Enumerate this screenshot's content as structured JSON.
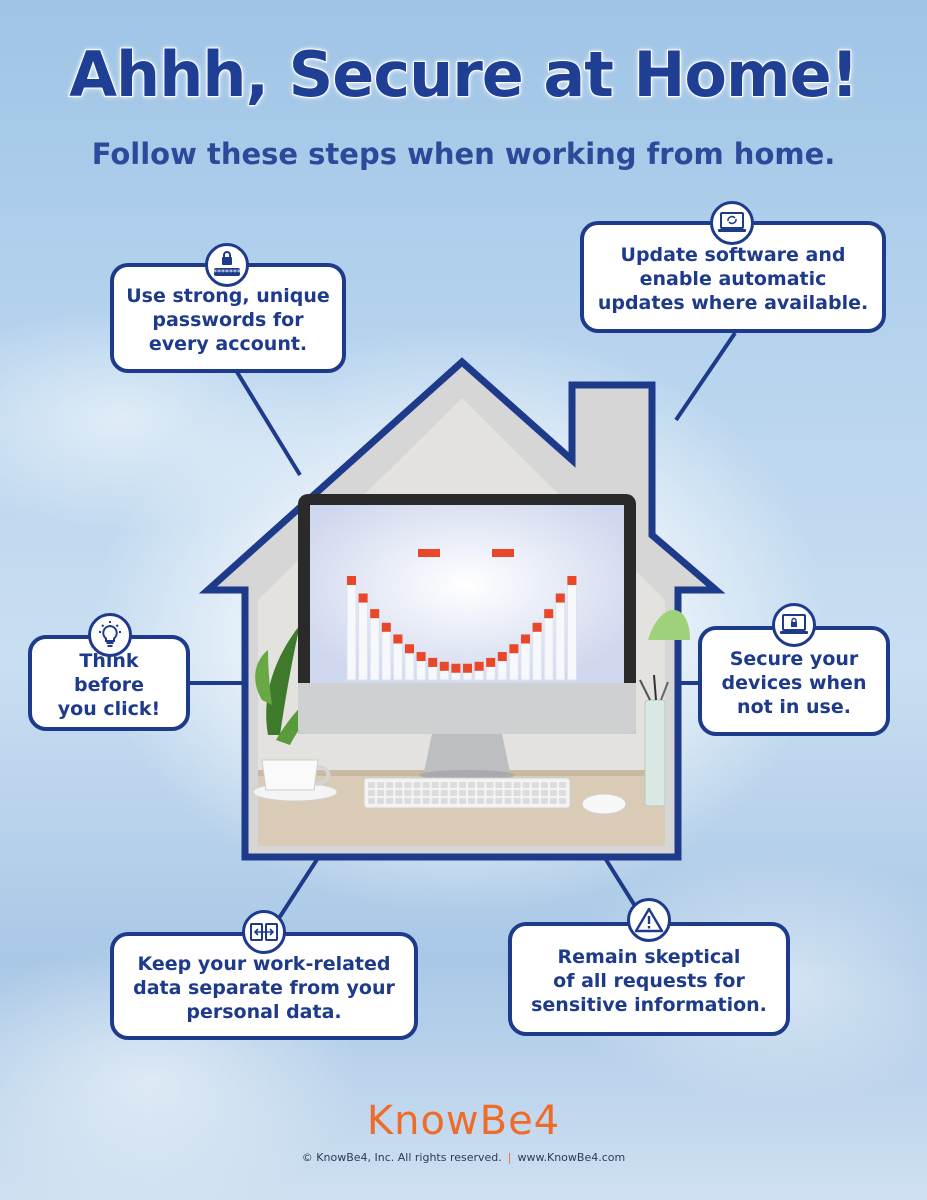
{
  "header": {
    "title": "Ahhh, Secure at Home!",
    "subtitle": "Follow these steps when working from home."
  },
  "tips": {
    "passwords": {
      "text": "Use strong, unique\npasswords for\nevery account.",
      "icon": "lock-password-icon"
    },
    "updates": {
      "text": "Update software and\nenable automatic\nupdates where available.",
      "icon": "laptop-refresh-icon"
    },
    "think": {
      "text": "Think before\nyou click!",
      "icon": "lightbulb-icon"
    },
    "devices": {
      "text": "Secure your\ndevices when\nnot in use.",
      "icon": "laptop-lock-icon"
    },
    "separate": {
      "text": "Keep your work-related\ndata separate from your\npersonal data.",
      "icon": "separate-arrows-icon"
    },
    "skeptical": {
      "text": "Remain skeptical\nof all requests for\nsensitive information.",
      "icon": "warning-icon"
    }
  },
  "footer": {
    "brand": "KnowBe4",
    "copyright": "© KnowBe4, Inc. All rights reserved.",
    "website": "www.KnowBe4.com"
  },
  "colors": {
    "navy": "#1e3a8a",
    "title_blue": "#1f3f94",
    "accent_orange": "#ef6b2a",
    "smile_red": "#e8472a"
  }
}
